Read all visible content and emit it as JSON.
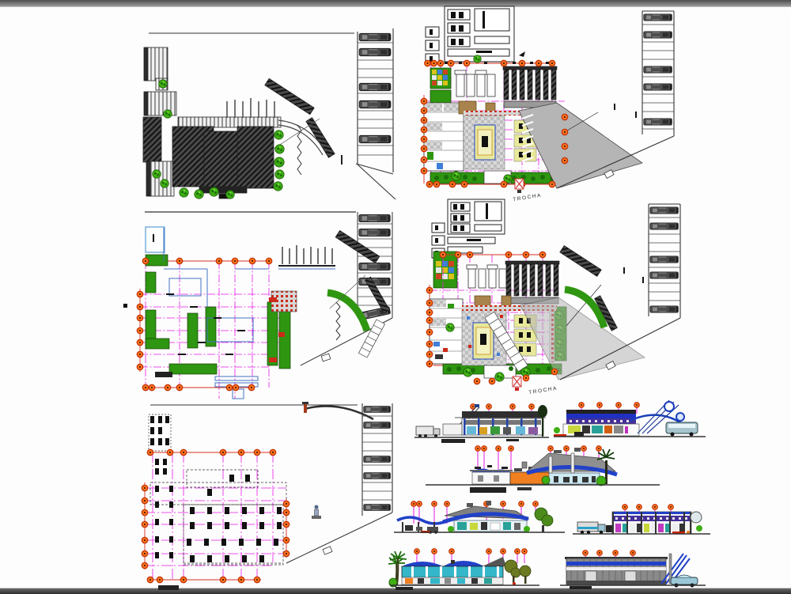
{
  "labels": {
    "road_label_upper": "TROCHA",
    "road_label_lower": "TROCHA"
  },
  "frame": {
    "top_bar_from": "#4f4f4f",
    "top_bar_to": "#9a9a9a",
    "bottom_bar": "#2e2e2e",
    "canvas_background": "#fdfdfd"
  },
  "palette": {
    "grid_magenta": "#e619e6",
    "dim_red": "#d63020",
    "bubble_orange": "#ff7a1e",
    "bubble_ring": "#c43208",
    "vegetation_green": "#2e9610",
    "tree_dark_green": "#1d6e0c",
    "roof_hatch_dark": "#4a4a4a",
    "accent_blue": "#2141c8",
    "wall_orange": "#f07f1f",
    "wall_cyan": "#35b6c9",
    "pavement_gray": "#b5b5b5",
    "tan_brown": "#a8834b",
    "courtyard_yellow": "#e8e89a"
  },
  "icons": {
    "tree": "green-canopy-circle",
    "vehicle": "car-top-view",
    "grid_bubble": "orange-axis-bubble",
    "palm": "palm-tree",
    "statue": "monument-figure"
  },
  "panels": [
    {
      "id": "roof-plan"
    },
    {
      "id": "site-plan-upper"
    },
    {
      "id": "floor-plan"
    },
    {
      "id": "site-plan-lower"
    },
    {
      "id": "foundation-plan"
    },
    {
      "id": "elevations"
    }
  ]
}
